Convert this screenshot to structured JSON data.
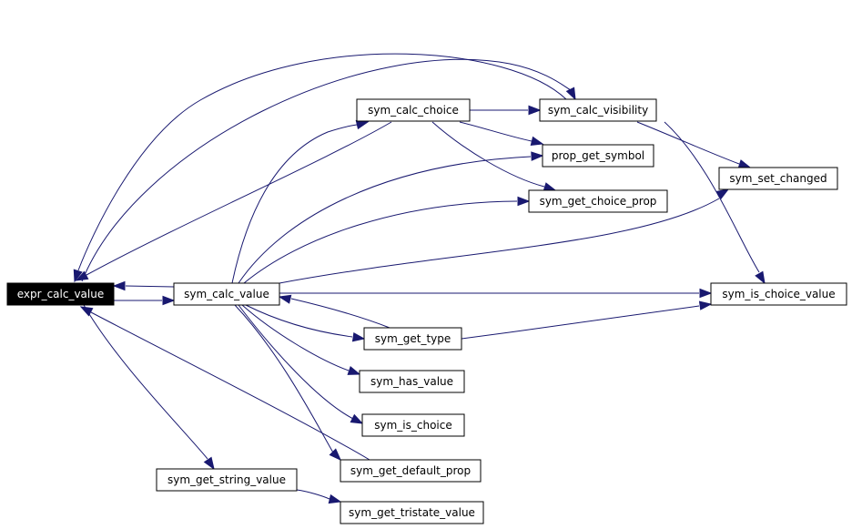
{
  "diagram": {
    "type": "call-graph",
    "edge_color": "#191970",
    "root_fill": "#000000",
    "root_text_color": "#ffffff",
    "nodes": [
      {
        "id": "expr_calc_value",
        "label": "expr_calc_value",
        "root": true
      },
      {
        "id": "sym_calc_value",
        "label": "sym_calc_value"
      },
      {
        "id": "sym_calc_choice",
        "label": "sym_calc_choice"
      },
      {
        "id": "sym_calc_visibility",
        "label": "sym_calc_visibility"
      },
      {
        "id": "prop_get_symbol",
        "label": "prop_get_symbol"
      },
      {
        "id": "sym_set_changed",
        "label": "sym_set_changed"
      },
      {
        "id": "sym_get_choice_prop",
        "label": "sym_get_choice_prop"
      },
      {
        "id": "sym_is_choice_value",
        "label": "sym_is_choice_value"
      },
      {
        "id": "sym_get_type",
        "label": "sym_get_type"
      },
      {
        "id": "sym_has_value",
        "label": "sym_has_value"
      },
      {
        "id": "sym_is_choice",
        "label": "sym_is_choice"
      },
      {
        "id": "sym_get_default_prop",
        "label": "sym_get_default_prop"
      },
      {
        "id": "sym_get_string_value",
        "label": "sym_get_string_value"
      },
      {
        "id": "sym_get_tristate_value",
        "label": "sym_get_tristate_value"
      }
    ],
    "edges": [
      {
        "from": "expr_calc_value",
        "to": "sym_calc_value"
      },
      {
        "from": "sym_calc_value",
        "to": "expr_calc_value"
      },
      {
        "from": "sym_calc_choice",
        "to": "expr_calc_value"
      },
      {
        "from": "sym_calc_visibility",
        "to": "expr_calc_value"
      },
      {
        "from": "sym_get_default_prop",
        "to": "expr_calc_value"
      },
      {
        "from": "expr_calc_value",
        "to": "sym_calc_visibility"
      },
      {
        "from": "expr_calc_value",
        "to": "sym_get_string_value"
      },
      {
        "from": "sym_calc_value",
        "to": "sym_calc_choice"
      },
      {
        "from": "sym_calc_value",
        "to": "sym_calc_visibility"
      },
      {
        "from": "sym_calc_value",
        "to": "prop_get_symbol"
      },
      {
        "from": "sym_calc_value",
        "to": "sym_get_choice_prop"
      },
      {
        "from": "sym_calc_value",
        "to": "sym_set_changed"
      },
      {
        "from": "sym_calc_value",
        "to": "sym_is_choice_value"
      },
      {
        "from": "sym_calc_value",
        "to": "sym_get_type"
      },
      {
        "from": "sym_calc_value",
        "to": "sym_has_value"
      },
      {
        "from": "sym_calc_value",
        "to": "sym_is_choice"
      },
      {
        "from": "sym_calc_value",
        "to": "sym_get_default_prop"
      },
      {
        "from": "sym_calc_choice",
        "to": "sym_calc_visibility"
      },
      {
        "from": "sym_calc_choice",
        "to": "prop_get_symbol"
      },
      {
        "from": "sym_calc_choice",
        "to": "sym_get_choice_prop"
      },
      {
        "from": "sym_calc_visibility",
        "to": "sym_set_changed"
      },
      {
        "from": "sym_calc_visibility",
        "to": "sym_is_choice_value"
      },
      {
        "from": "sym_get_type",
        "to": "sym_calc_value"
      },
      {
        "from": "sym_get_type",
        "to": "sym_is_choice_value"
      },
      {
        "from": "sym_get_string_value",
        "to": "sym_get_tristate_value"
      }
    ]
  }
}
